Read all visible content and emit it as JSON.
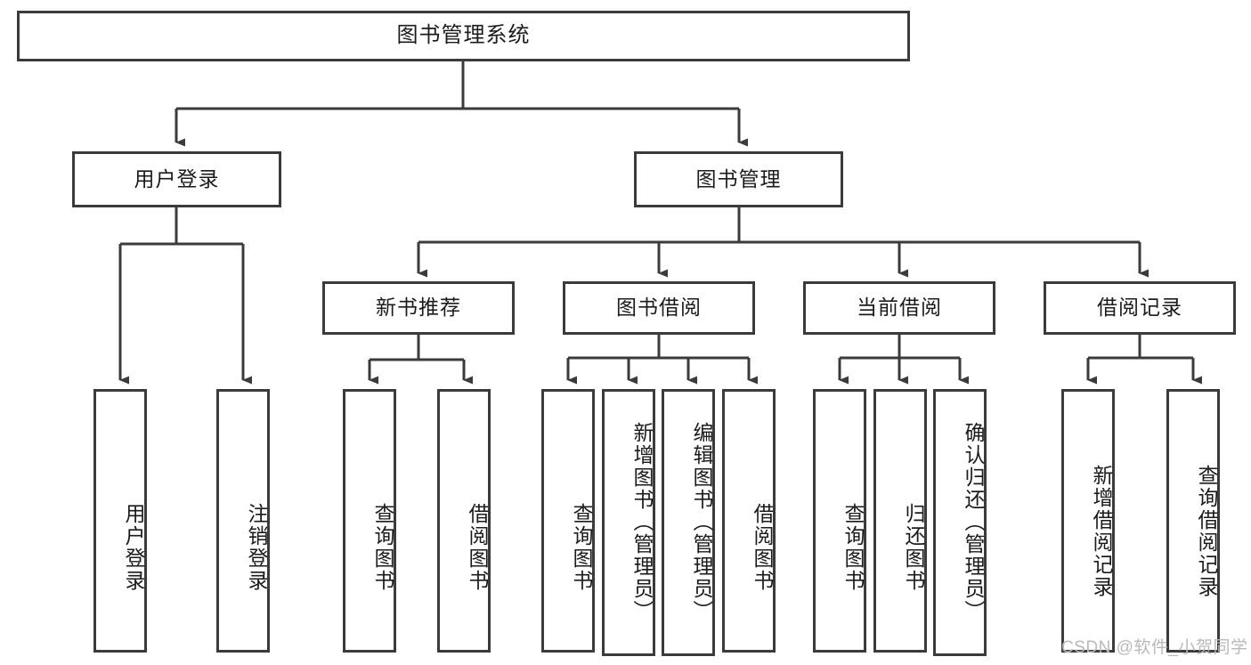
{
  "diagram": {
    "type": "tree-hierarchy",
    "title": "图书管理系统",
    "style": {
      "box_border_color": "#3b3b3b",
      "box_fill": "#ffffff",
      "connector_color": "#3b3b3b",
      "text_color": "#1b1b1b",
      "background": "#ffffff"
    },
    "levels": [
      {
        "level": 1,
        "nodes": [
          {
            "id": "root",
            "label": "图书管理系统",
            "orientation": "horizontal"
          }
        ]
      },
      {
        "level": 2,
        "nodes": [
          {
            "id": "l2-0",
            "label": "用户登录",
            "orientation": "horizontal",
            "parent": "root"
          },
          {
            "id": "l2-1",
            "label": "图书管理",
            "orientation": "horizontal",
            "parent": "root"
          }
        ]
      },
      {
        "level": 3,
        "nodes": [
          {
            "id": "l3-0",
            "label": "新书推荐",
            "orientation": "horizontal",
            "parent": "l2-1"
          },
          {
            "id": "l3-1",
            "label": "图书借阅",
            "orientation": "horizontal",
            "parent": "l2-1"
          },
          {
            "id": "l3-2",
            "label": "当前借阅",
            "orientation": "horizontal",
            "parent": "l2-1"
          },
          {
            "id": "l3-3",
            "label": "借阅记录",
            "orientation": "horizontal",
            "parent": "l2-1"
          }
        ]
      },
      {
        "level": 4,
        "nodes": [
          {
            "id": "leaf-0",
            "label": "用户登录",
            "orientation": "vertical",
            "parent": "l2-0"
          },
          {
            "id": "leaf-1",
            "label": "注销登录",
            "orientation": "vertical",
            "parent": "l2-0"
          },
          {
            "id": "leaf-2",
            "label": "查询图书",
            "orientation": "vertical",
            "parent": "l3-0"
          },
          {
            "id": "leaf-3",
            "label": "借阅图书",
            "orientation": "vertical",
            "parent": "l3-0"
          },
          {
            "id": "leaf-4",
            "label": "查询图书",
            "orientation": "vertical",
            "parent": "l3-1"
          },
          {
            "id": "leaf-5",
            "label": "新增图书（管理员）",
            "orientation": "vertical",
            "parent": "l3-1"
          },
          {
            "id": "leaf-6",
            "label": "编辑图书（管理员）",
            "orientation": "vertical",
            "parent": "l3-1"
          },
          {
            "id": "leaf-7",
            "label": "借阅图书",
            "orientation": "vertical",
            "parent": "l3-1"
          },
          {
            "id": "leaf-8",
            "label": "查询图书",
            "orientation": "vertical",
            "parent": "l3-2"
          },
          {
            "id": "leaf-9",
            "label": "归还图书",
            "orientation": "vertical",
            "parent": "l3-2"
          },
          {
            "id": "leaf-10",
            "label": "确认归还（管理员）",
            "orientation": "vertical",
            "parent": "l3-2"
          },
          {
            "id": "leaf-11",
            "label": "新增借阅记录",
            "orientation": "vertical",
            "parent": "l3-3"
          },
          {
            "id": "leaf-12",
            "label": "查询借阅记录",
            "orientation": "vertical",
            "parent": "l3-3"
          }
        ]
      }
    ]
  },
  "watermark": {
    "text": "CSDN @软件_小贺同学"
  }
}
